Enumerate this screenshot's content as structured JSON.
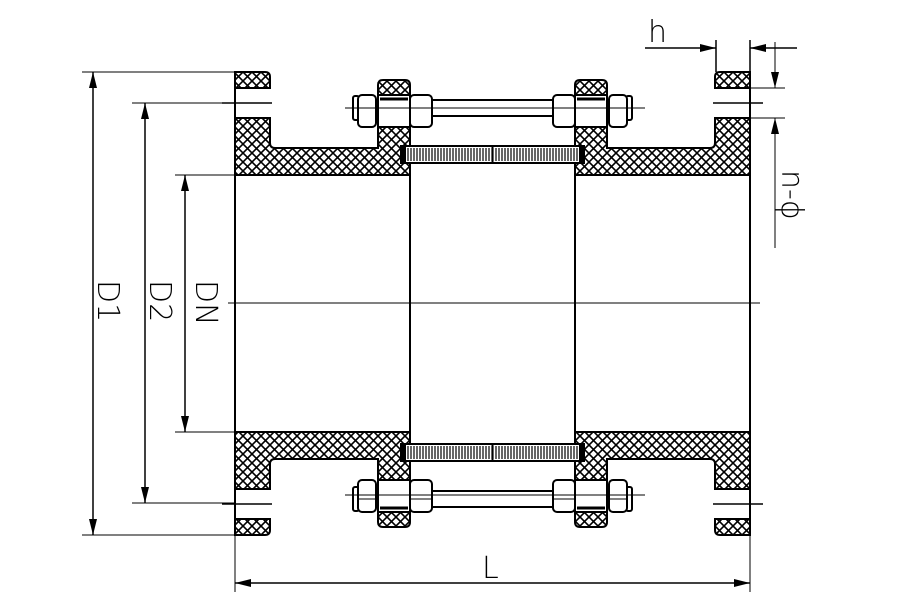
{
  "drawing": {
    "title": "Double flange dismantling joint section",
    "labels": {
      "h": "h",
      "n_phi": "n-ϕ",
      "dn": "DN",
      "d2": "D2",
      "d1": "D1",
      "l": "L"
    },
    "colors": {
      "line": "#000000",
      "background": "#ffffff"
    }
  }
}
